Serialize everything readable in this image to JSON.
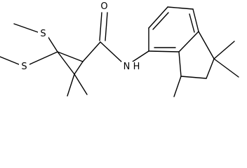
{
  "molecule": {
    "atoms": {
      "s_upper": "S",
      "s_lower": "S",
      "oxygen": "O",
      "amide_nitrogen": "N",
      "amide_hydrogen": "H"
    }
  }
}
